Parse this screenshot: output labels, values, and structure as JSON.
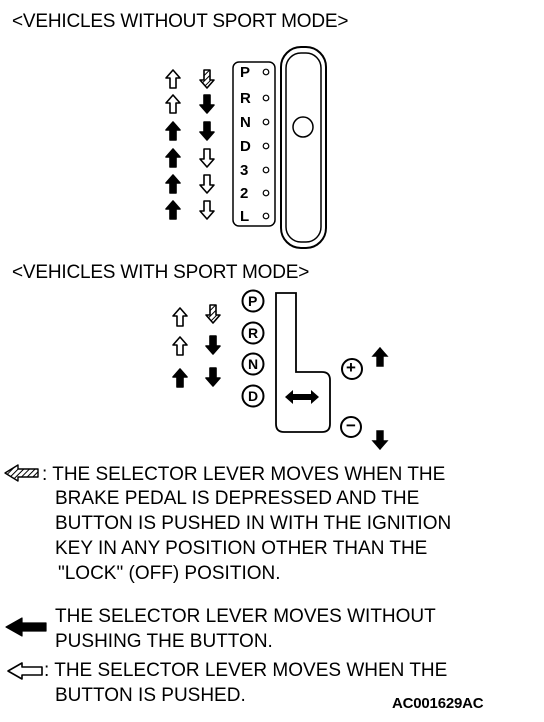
{
  "section1": {
    "title": "<VEHICLES WITHOUT SPORT MODE>",
    "positions": [
      "P",
      "R",
      "N",
      "D",
      "3",
      "2",
      "L"
    ]
  },
  "section2": {
    "title": "<VEHICLES WITH SPORT MODE>",
    "positions": [
      "P",
      "R",
      "N",
      "D"
    ],
    "plus_symbol": "+",
    "minus_symbol": "−"
  },
  "legend": {
    "hatched": [
      ": THE SELECTOR LEVER MOVES WHEN THE",
      "BRAKE PEDAL IS DEPRESSED AND THE",
      "BUTTON IS PUSHED IN WITH THE IGNITION",
      "KEY IN ANY POSITION OTHER THAN THE",
      "\"LOCK\" (OFF) POSITION."
    ],
    "filled": [
      "THE SELECTOR LEVER MOVES WITHOUT",
      "PUSHING THE BUTTON."
    ],
    "outline": [
      ": THE SELECTOR LEVER MOVES WHEN THE",
      "BUTTON IS PUSHED."
    ]
  },
  "figure_code": "AC001629AC"
}
